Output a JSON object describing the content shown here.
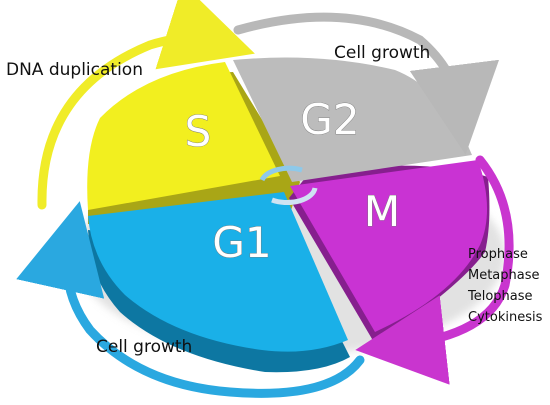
{
  "segments": {
    "s": {
      "label": "S",
      "color": "#f2ef1f"
    },
    "g2": {
      "label": "G2",
      "color": "#bcbcbc"
    },
    "g1": {
      "label": "G1",
      "color": "#1ab0e8"
    },
    "m": {
      "label": "M",
      "color": "#c933d3"
    }
  },
  "annotations": {
    "dna_duplication": "DNA duplication",
    "cell_growth_top": "Cell growth",
    "cell_growth_bottom": "Cell growth"
  },
  "m_phases": [
    "Prophase",
    "Metaphase",
    "Telophase",
    "Cytokinesis"
  ],
  "arrow_colors": {
    "yellow": "#f0ec28",
    "gray": "#b8b8b8",
    "blue": "#2aa8e0",
    "magenta": "#c935cf"
  }
}
